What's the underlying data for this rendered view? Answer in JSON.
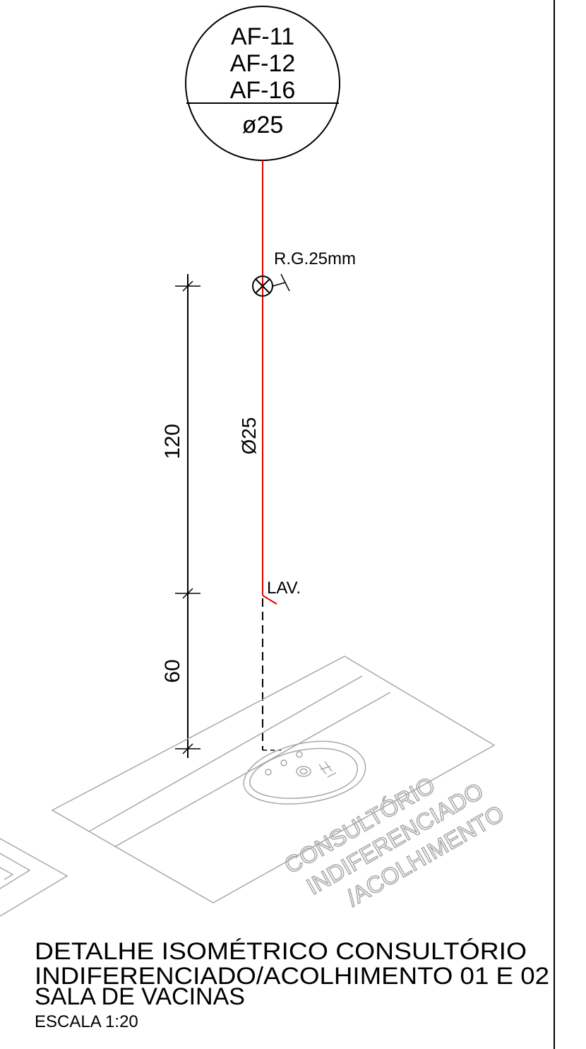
{
  "bubble": {
    "lines": [
      "AF-11",
      "AF-12",
      "AF-16"
    ],
    "diameter": "ø25"
  },
  "labels": {
    "valve": "R.G.25mm",
    "pipe_diameter": "Ø25",
    "fixture": "LAV."
  },
  "dimensions": {
    "upper": "120",
    "lower": "60"
  },
  "room_label": [
    "CONSULTÓRIO",
    "INDIFERENCIADO",
    "/ACOLHIMENTO"
  ],
  "title": {
    "line1": "DETALHE ISOMÉTRICO CONSULTÓRIO",
    "line2": "INDIFERENCIADO/ACOLHIMENTO 01 E 02",
    "line3": "SALA DE VACINAS",
    "scale": "ESCALA 1:20"
  },
  "colors": {
    "pipe": "#e00000",
    "linework": "#000000",
    "furniture": "#a8a8a8"
  }
}
